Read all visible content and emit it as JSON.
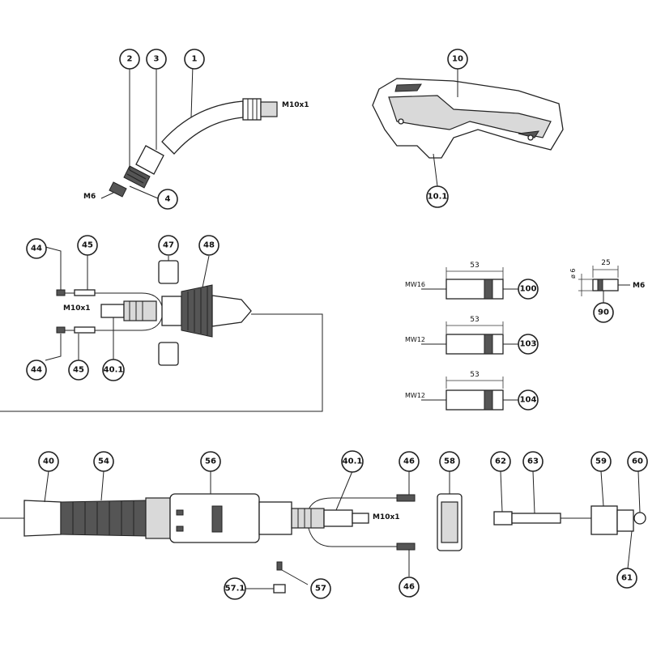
{
  "callouts": {
    "c1": "1",
    "c2": "2",
    "c3": "3",
    "c4": "4",
    "c10": "10",
    "c10_1": "10.1",
    "c44a": "44",
    "c44b": "44",
    "c45a": "45",
    "c45b": "45",
    "c47": "47",
    "c48": "48",
    "c40_1a": "40.1",
    "c100": "100",
    "c103": "103",
    "c104": "104",
    "c90": "90",
    "c40": "40",
    "c54": "54",
    "c56": "56",
    "c40_1b": "40.1",
    "c46a": "46",
    "c46b": "46",
    "c58": "58",
    "c62": "62",
    "c63": "63",
    "c59": "59",
    "c60": "60",
    "c61": "61",
    "c57": "57",
    "c57_1": "57.1"
  },
  "labels": {
    "neck_thread": "M10x1",
    "tip_thread": "M6",
    "connector_thread": "M10x1",
    "rear_thread": "M10x1",
    "nut_thread": "M6"
  },
  "dimensions": {
    "len_100": "53",
    "len_103": "53",
    "len_104": "53",
    "len_90": "25",
    "dia_90": "ø 6",
    "size_100": "MW16",
    "size_103": "MW12",
    "size_104": "MW12"
  }
}
